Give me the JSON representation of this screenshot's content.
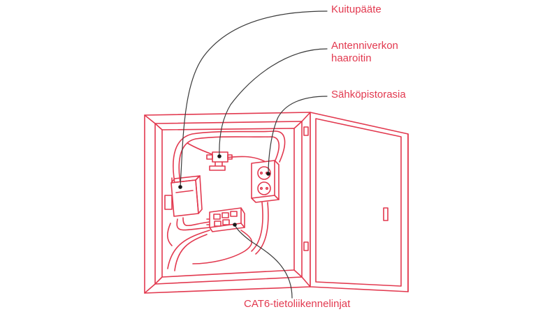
{
  "labels": {
    "fiber_terminal": "Kuitupääte",
    "antenna_splitter_line1": "Antenniverkon",
    "antenna_splitter_line2": "haaroitin",
    "power_outlet": "Sähköpistorasia",
    "cat6_lines": "CAT6-tietoliikennelinjat"
  },
  "colors": {
    "accent": "#e2394f",
    "leader_lines": "#3a3a3a",
    "background": "#ffffff"
  }
}
